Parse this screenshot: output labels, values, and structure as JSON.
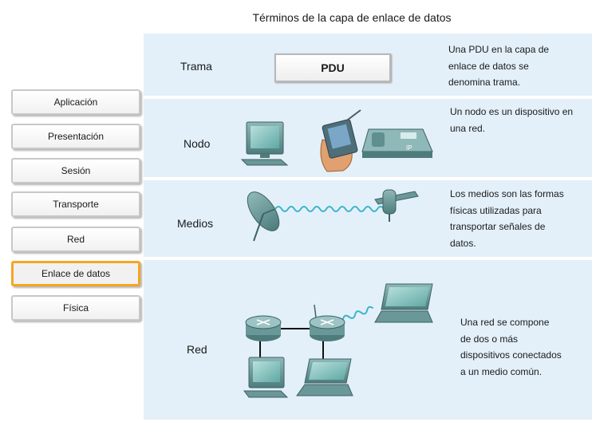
{
  "title": "Términos de la capa de enlace de datos",
  "layers": [
    "Aplicación",
    "Presentación",
    "Sesión",
    "Transporte",
    "Red",
    "Enlace de datos",
    "Física"
  ],
  "active_layer": "Enlace de datos",
  "rows": {
    "trama": {
      "label": "Trama",
      "box": "PDU",
      "desc": [
        "Una PDU en la capa de",
        "enlace de datos se",
        "denomina trama."
      ]
    },
    "nodo": {
      "label": "Nodo",
      "desc": [
        "Un nodo es un dispositivo en",
        "una red."
      ]
    },
    "medios": {
      "label": "Medios",
      "desc": [
        "Los medios son las formas",
        "físicas utilizadas para",
        "transportar señales de",
        "datos."
      ]
    },
    "red": {
      "label": "Red",
      "desc": [
        "Una red se compone",
        "de dos o más",
        "dispositivos conectados",
        "a un medio común."
      ]
    }
  },
  "icons": [
    "desktop-computer-icon",
    "pda-icon",
    "ip-phone-icon",
    "satellite-dish-icon",
    "antenna-icon",
    "router-icon",
    "laptop-icon"
  ],
  "colors": {
    "band": "#e3f0fa",
    "active_border": "#f5a623",
    "device": "#5f8f8f",
    "wave": "#3bb4c8"
  }
}
